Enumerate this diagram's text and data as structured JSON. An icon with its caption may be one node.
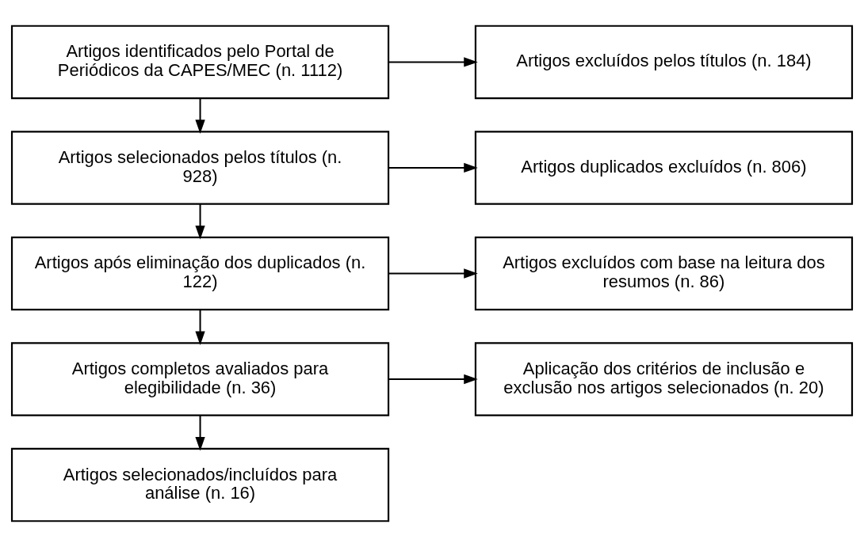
{
  "diagram": {
    "nodes": [
      {
        "text": [
          "Artigos identificados pelo Portal de Periódicos da CAPES/MEC (n. 1112)"
        ]
      },
      {
        "text": [
          "Artigos excluídos pelos títulos (n. 184)"
        ]
      },
      {
        "text": [
          "Artigos selecionados pelos títulos (n. 928)"
        ]
      },
      {
        "text": [
          "Artigos duplicados excluídos (n. 806)"
        ]
      },
      {
        "text": [
          "Artigos após eliminação dos duplicados (n. 122)"
        ]
      },
      {
        "text": [
          "Artigos excluídos com base na leitura dos resumos (n. 86)"
        ]
      },
      {
        "text": [
          "Artigos completos avaliados para elegibilidade (n. 36)"
        ]
      },
      {
        "text": [
          "Aplicação dos critérios de inclusão e exclusão nos artigos selecionados (n. 20)"
        ]
      },
      {
        "text": [
          "Artigos selecionados/incluídos para análise (n. 16)"
        ]
      }
    ],
    "edges": [
      {
        "from": 0,
        "to": 1,
        "arrow": "to"
      },
      {
        "from": 0,
        "to": 2,
        "arrow": "to"
      },
      {
        "from": 2,
        "to": 3,
        "arrow": "to"
      },
      {
        "from": 2,
        "to": 4,
        "arrow": "to"
      },
      {
        "from": 4,
        "to": 5,
        "arrow": "to"
      },
      {
        "from": 4,
        "to": 6,
        "arrow": "to"
      },
      {
        "from": 6,
        "to": 7,
        "arrow": "to"
      },
      {
        "from": 6,
        "to": 8,
        "arrow": "to"
      }
    ]
  }
}
